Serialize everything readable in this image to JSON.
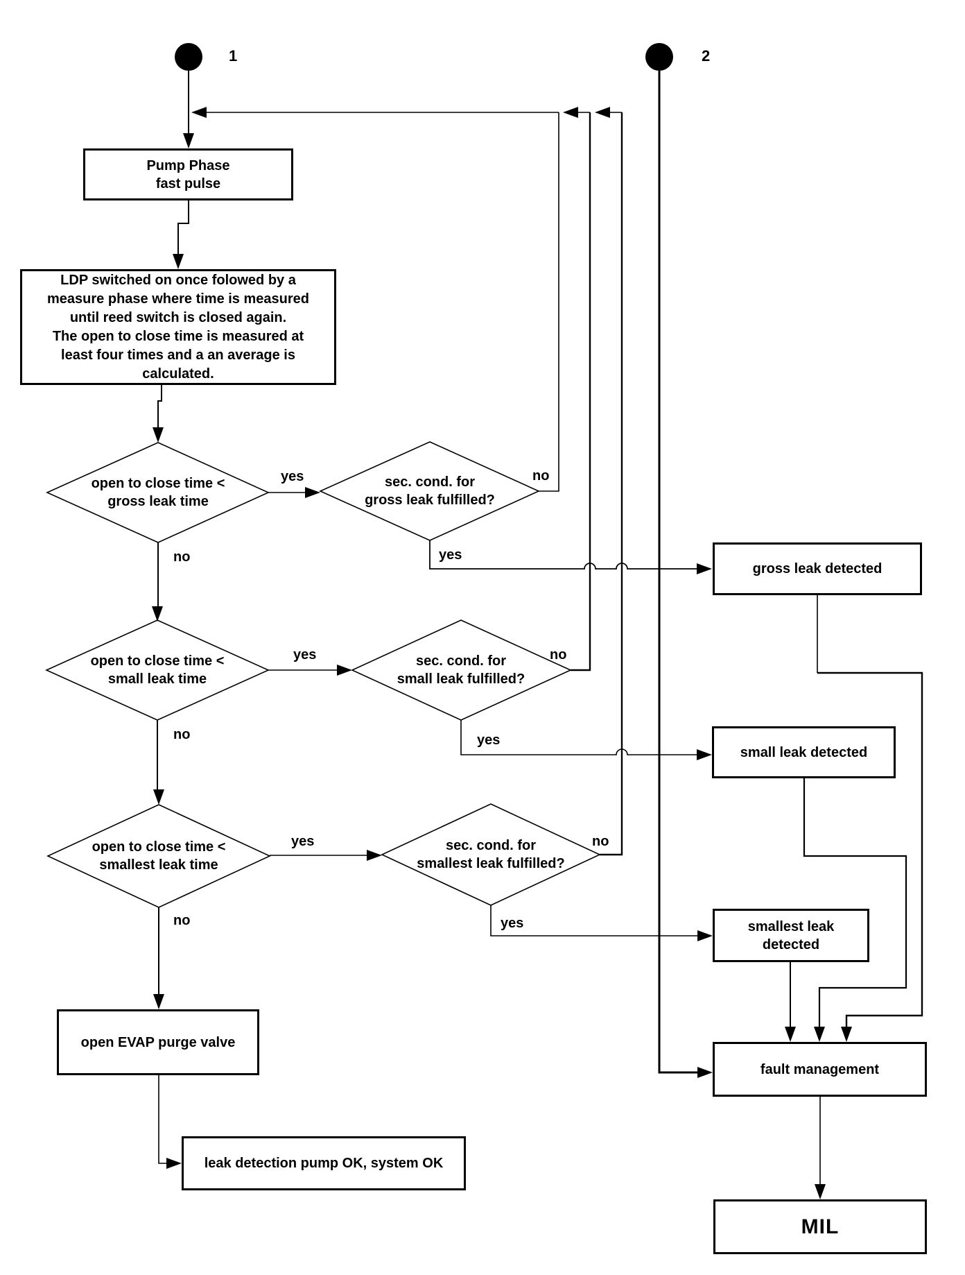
{
  "page": {
    "background": "#ffffff",
    "ink": "#000000"
  },
  "starts": {
    "start1": {
      "label": "1"
    },
    "start2": {
      "label": "2"
    }
  },
  "nodes": {
    "pump_phase": {
      "line1": "Pump Phase",
      "line2": "fast pulse"
    },
    "ldp_measure": {
      "lines": [
        "LDP switched on once folowed by a",
        "measure phase where time is measured",
        "until reed switch is closed again.",
        "The open to close time is measured at",
        "least four times and a an average is",
        "calculated."
      ]
    },
    "d_gross": {
      "line1": "open to close time <",
      "line2": "gross leak time"
    },
    "d_gross_sec": {
      "line1": "sec. cond. for",
      "line2": "gross leak fulfilled?"
    },
    "gross_detected": {
      "label": "gross leak detected"
    },
    "d_small": {
      "line1": "open to close time <",
      "line2": "small leak time"
    },
    "d_small_sec": {
      "line1": "sec. cond. for",
      "line2": "small leak fulfilled?"
    },
    "small_detected": {
      "label": "small leak detected"
    },
    "d_smallest": {
      "line1": "open to close time <",
      "line2": "smallest leak time"
    },
    "d_smallest_sec": {
      "line1": "sec. cond. for",
      "line2": "smallest leak fulfilled?"
    },
    "smallest_detected": {
      "line1": "smallest leak",
      "line2": "detected"
    },
    "evap": {
      "label": "open EVAP purge valve"
    },
    "ok": {
      "label": "leak detection pump OK, system OK"
    },
    "fault": {
      "label": "fault management"
    },
    "mil": {
      "label": "MIL"
    }
  },
  "edges": {
    "gross_yes": "yes",
    "gross_no": "no",
    "gross_sec_no": "no",
    "gross_sec_yes": "yes",
    "small_yes": "yes",
    "small_no": "no",
    "small_sec_no": "no",
    "small_sec_yes": "yes",
    "smallest_yes": "yes",
    "smallest_no": "no",
    "smallest_sec_no": "no",
    "smallest_sec_yes": "yes"
  }
}
